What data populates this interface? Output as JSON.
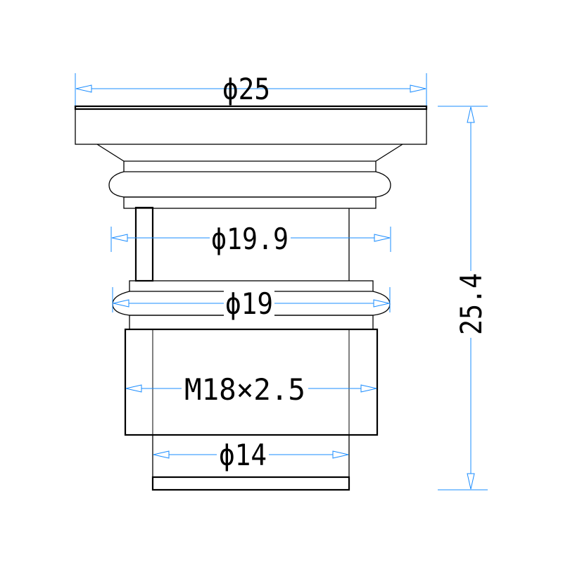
{
  "colors": {
    "outline": "#000000",
    "dimension": "#1a8cff",
    "background": "#ffffff"
  },
  "dimensions": {
    "d_outer": "ϕ25",
    "d_body": "ϕ19.9",
    "d_groove": "ϕ19",
    "thread": "M18×2.5",
    "d_bottom": "ϕ14",
    "height": "25.4"
  }
}
